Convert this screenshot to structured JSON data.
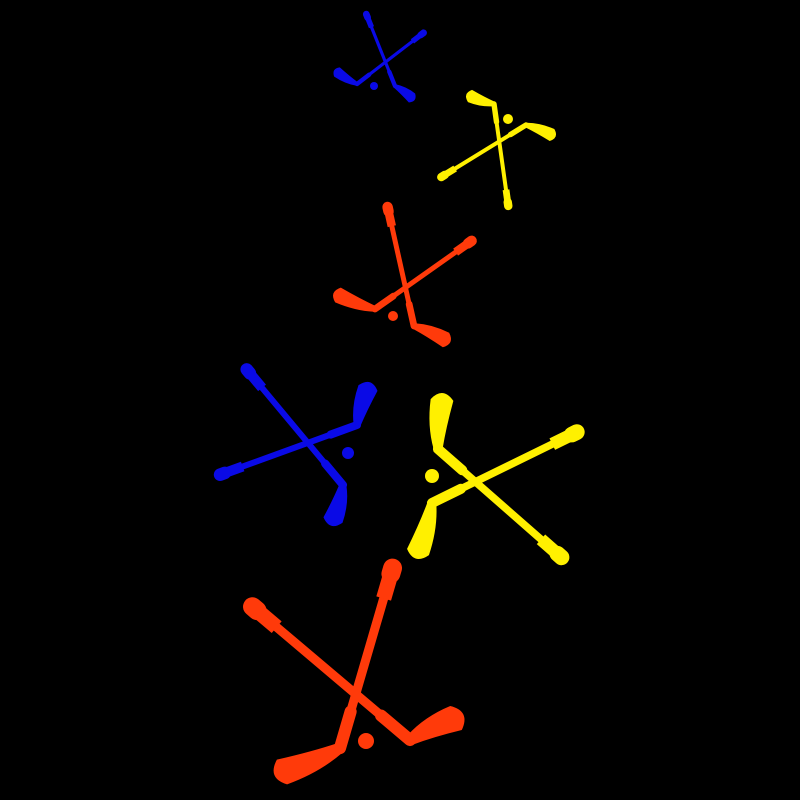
{
  "background_color": "#000000",
  "palette": {
    "blue": "#0A0AE6",
    "yellow": "#FFF000",
    "red": "#FF3A0A"
  },
  "icon": "crossed-golf-clubs-icon",
  "clubs": [
    {
      "name": "crossed-golf-clubs-icon-blue-small",
      "color": "blue"
    },
    {
      "name": "crossed-golf-clubs-icon-yellow-small",
      "color": "yellow"
    },
    {
      "name": "crossed-golf-clubs-icon-red-medium",
      "color": "red"
    },
    {
      "name": "crossed-golf-clubs-icon-blue-large",
      "color": "blue"
    },
    {
      "name": "crossed-golf-clubs-icon-yellow-large",
      "color": "yellow"
    },
    {
      "name": "crossed-golf-clubs-icon-red-xlarge",
      "color": "red"
    }
  ]
}
